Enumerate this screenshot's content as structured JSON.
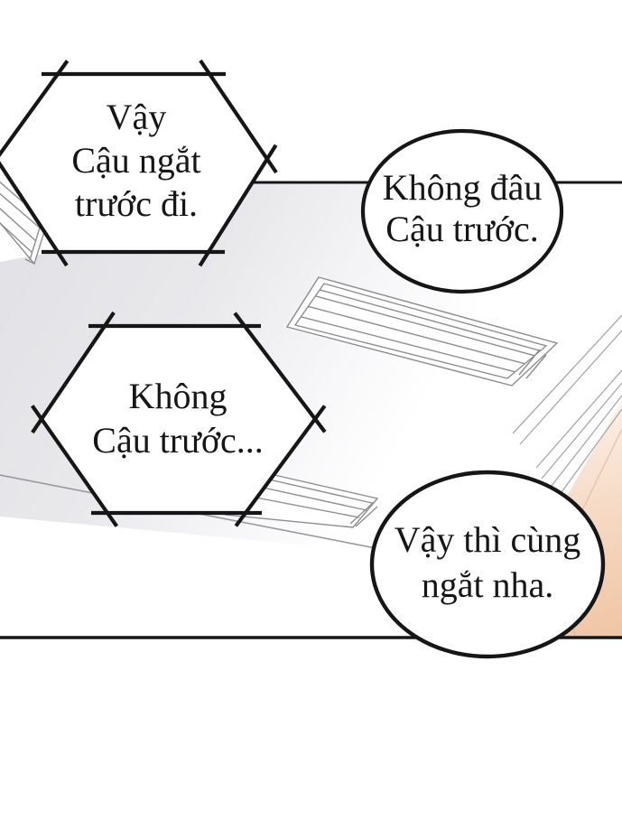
{
  "panel": {
    "bubbles": {
      "hex1": {
        "shape": "hexagon",
        "lines": [
          "Vậy",
          "Cậu ngắt",
          "trước đi."
        ]
      },
      "oval1": {
        "shape": "ellipse",
        "lines": [
          "Không đâu",
          "Cậu trước."
        ]
      },
      "hex2": {
        "shape": "hexagon",
        "lines": [
          "Không",
          "Cậu trước..."
        ]
      },
      "oval2": {
        "shape": "ellipse",
        "lines": [
          "Vậy thì cùng",
          "ngắt nha."
        ]
      }
    }
  },
  "colors": {
    "ink": "#161616",
    "paper": "#ffffff",
    "ceiling_gray": "#e3e3e7",
    "wall_peach_light": "#fbeee3",
    "wall_peach_deep": "#f0c5a4",
    "line_gray": "#8d8d91",
    "trim_gray": "#a8a8ac"
  }
}
